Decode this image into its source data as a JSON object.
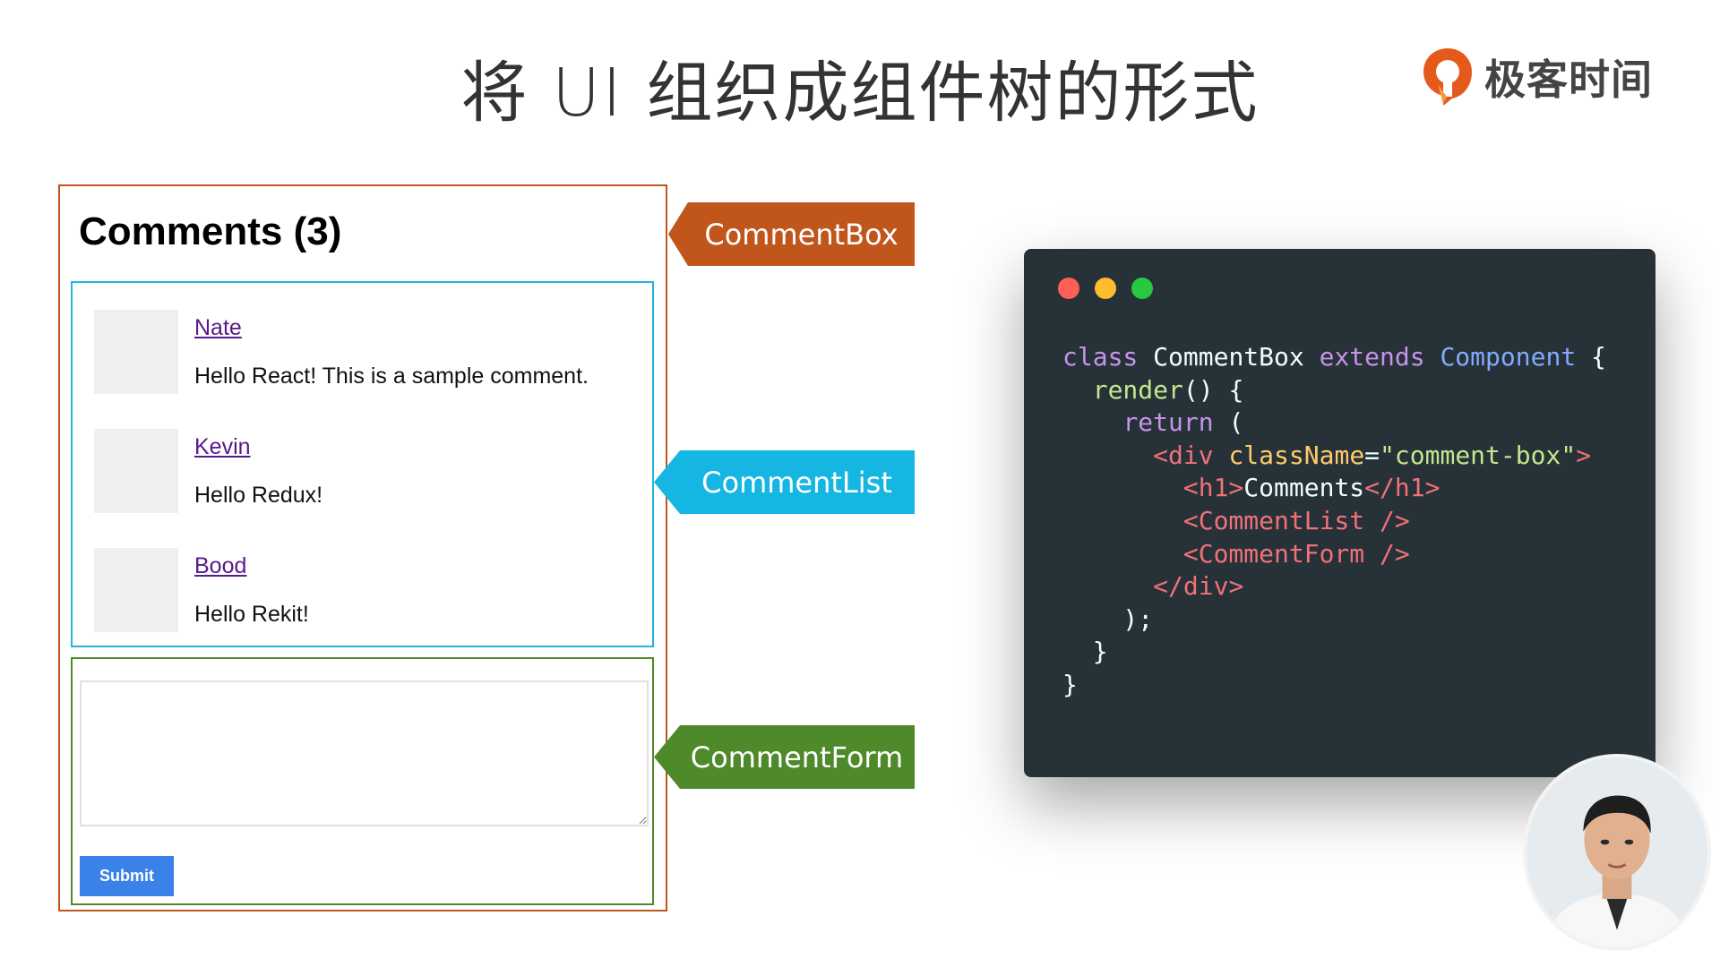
{
  "slide": {
    "title": "将 UI 组织成组件树的形式"
  },
  "logo": {
    "text": "极客时间",
    "icon": "geektime-logo-icon",
    "color": "#e55a1c"
  },
  "comment_box": {
    "heading": "Comments (3)",
    "comments": [
      {
        "author": "Nate",
        "text": "Hello React! This is a sample comment."
      },
      {
        "author": "Kevin",
        "text": "Hello Redux!"
      },
      {
        "author": "Bood",
        "text": "Hello Rekit!"
      }
    ],
    "form": {
      "textarea_value": "",
      "submit_label": "Submit"
    },
    "colors": {
      "box_border": "#c0561b",
      "list_border": "#27b5dc",
      "form_border": "#4f8a2a",
      "submit_bg": "#3b82e8",
      "link": "#551a8b"
    }
  },
  "tags": {
    "comment_box": "CommentBox",
    "comment_list": "CommentList",
    "comment_form": "CommentForm"
  },
  "code_window": {
    "dots": [
      "#ff5f56",
      "#ffbd2e",
      "#27c93f"
    ],
    "background": "#263238",
    "lines": [
      [
        {
          "t": "class ",
          "c": "kw"
        },
        {
          "t": "CommentBox "
        },
        {
          "t": "extends ",
          "c": "kw"
        },
        {
          "t": "Component ",
          "c": "cls"
        },
        {
          "t": "{"
        }
      ],
      [
        {
          "t": "  "
        },
        {
          "t": "render",
          "c": "fn"
        },
        {
          "t": "() {"
        }
      ],
      [
        {
          "t": "    "
        },
        {
          "t": "return ",
          "c": "kw"
        },
        {
          "t": "("
        }
      ],
      [
        {
          "t": "      "
        },
        {
          "t": "<div ",
          "c": "tagc"
        },
        {
          "t": "className",
          "c": "attr"
        },
        {
          "t": "="
        },
        {
          "t": "\"comment-box\"",
          "c": "str"
        },
        {
          "t": ">",
          "c": "tagc"
        }
      ],
      [
        {
          "t": "        "
        },
        {
          "t": "<h1>",
          "c": "tagc"
        },
        {
          "t": "Comments"
        },
        {
          "t": "</h1>",
          "c": "tagc"
        }
      ],
      [
        {
          "t": "        "
        },
        {
          "t": "<CommentList />",
          "c": "tagc"
        }
      ],
      [
        {
          "t": "        "
        },
        {
          "t": "<CommentForm />",
          "c": "tagc"
        }
      ],
      [
        {
          "t": "      "
        },
        {
          "t": "</div>",
          "c": "tagc"
        }
      ],
      [
        {
          "t": "    );"
        }
      ],
      [
        {
          "t": "  }"
        }
      ],
      [
        {
          "t": "}"
        }
      ]
    ]
  },
  "presenter": {
    "icon": "presenter-video-thumbnail"
  }
}
